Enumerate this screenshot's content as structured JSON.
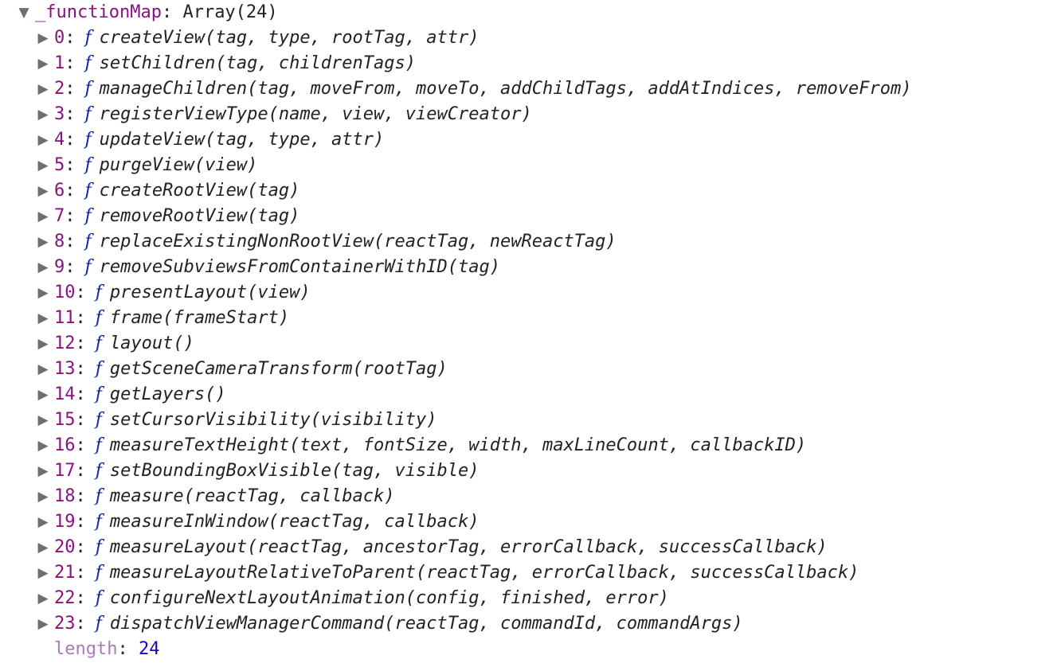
{
  "header": {
    "arrow": "▼",
    "key": "_functionMap",
    "colon": ":",
    "type_label": "Array(24)"
  },
  "function_glyph": "f",
  "items": [
    {
      "index": "0",
      "signature": "createView(tag, type, rootTag, attr)"
    },
    {
      "index": "1",
      "signature": "setChildren(tag, childrenTags)"
    },
    {
      "index": "2",
      "signature": "manageChildren(tag, moveFrom, moveTo, addChildTags, addAtIndices, removeFrom)"
    },
    {
      "index": "3",
      "signature": "registerViewType(name, view, viewCreator)"
    },
    {
      "index": "4",
      "signature": "updateView(tag, type, attr)"
    },
    {
      "index": "5",
      "signature": "purgeView(view)"
    },
    {
      "index": "6",
      "signature": "createRootView(tag)"
    },
    {
      "index": "7",
      "signature": "removeRootView(tag)"
    },
    {
      "index": "8",
      "signature": "replaceExistingNonRootView(reactTag, newReactTag)"
    },
    {
      "index": "9",
      "signature": "removeSubviewsFromContainerWithID(tag)"
    },
    {
      "index": "10",
      "signature": "presentLayout(view)"
    },
    {
      "index": "11",
      "signature": "frame(frameStart)"
    },
    {
      "index": "12",
      "signature": "layout()"
    },
    {
      "index": "13",
      "signature": "getSceneCameraTransform(rootTag)"
    },
    {
      "index": "14",
      "signature": "getLayers()"
    },
    {
      "index": "15",
      "signature": "setCursorVisibility(visibility)"
    },
    {
      "index": "16",
      "signature": "measureTextHeight(text, fontSize, width, maxLineCount, callbackID)"
    },
    {
      "index": "17",
      "signature": "setBoundingBoxVisible(tag, visible)"
    },
    {
      "index": "18",
      "signature": "measure(reactTag, callback)"
    },
    {
      "index": "19",
      "signature": "measureInWindow(reactTag, callback)"
    },
    {
      "index": "20",
      "signature": "measureLayout(reactTag, ancestorTag, errorCallback, successCallback)"
    },
    {
      "index": "21",
      "signature": "measureLayoutRelativeToParent(reactTag, errorCallback, successCallback)"
    },
    {
      "index": "22",
      "signature": "configureNextLayoutAnimation(config, finished, error)"
    },
    {
      "index": "23",
      "signature": "dispatchViewManagerCommand(reactTag, commandId, commandArgs)"
    }
  ],
  "collapsed_arrow": "▶",
  "length_row": {
    "key": "length",
    "colon": ":",
    "value": "24"
  }
}
